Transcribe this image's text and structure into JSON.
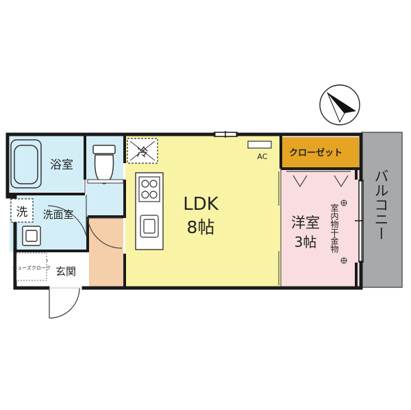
{
  "rooms": {
    "bath": {
      "label": "浴室",
      "color": "#d4eef8"
    },
    "washroom": {
      "label": "洗面室",
      "color": "#d4eef8"
    },
    "toilet": {
      "color": "#d4eef8"
    },
    "entrance": {
      "label": "玄関",
      "color": "#ffffff"
    },
    "shoe_cloak": {
      "label": "シューズクローク",
      "color": "#ffffff"
    },
    "hall": {
      "color": "#f4cfaa"
    },
    "ldk": {
      "label": "LDK",
      "size": "8帖",
      "color": "#f9f3a6"
    },
    "western": {
      "label": "洋室",
      "size": "3帖",
      "color": "#f9dde1"
    },
    "closet": {
      "label": "クローゼット",
      "color": "#e6a424"
    },
    "balcony": {
      "label": "バルコニー",
      "color": "#a7a9ab"
    }
  },
  "fixtures": {
    "refrigerator": "冷",
    "washing_machine": "洗",
    "air_conditioner": "AC",
    "indoor_drying": "室内物干金物"
  },
  "icons": {
    "compass": "north-arrow-icon"
  },
  "colors": {
    "wall": "#1a1a1a",
    "line": "#555555"
  }
}
